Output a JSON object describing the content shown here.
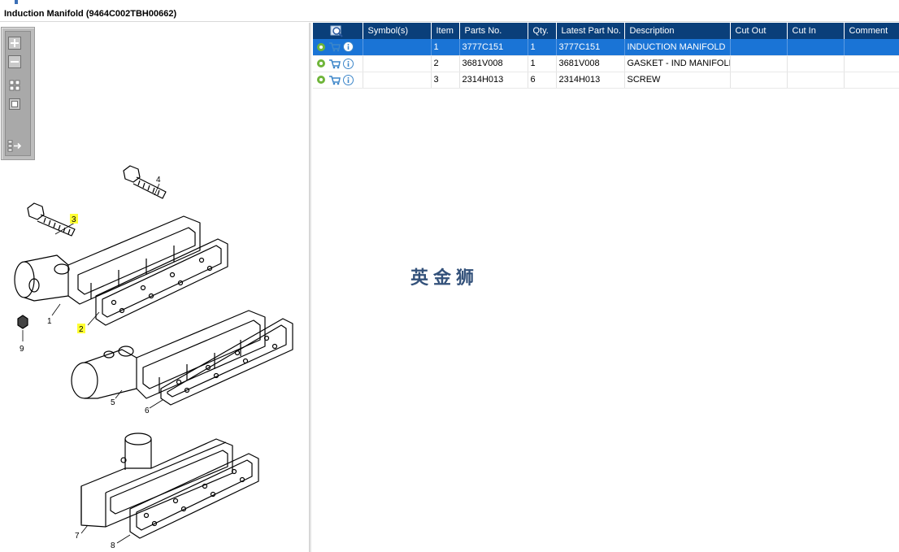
{
  "window": {
    "title": "Induction Manifold (9464C002TBH00662)"
  },
  "toolbar": {
    "buttons": [
      {
        "name": "zoom-in",
        "icon": "plus-icon"
      },
      {
        "name": "zoom-out",
        "icon": "minus-icon"
      },
      {
        "name": "fit-page",
        "icon": "grid-icon"
      },
      {
        "name": "actual-size",
        "icon": "square-icon"
      },
      {
        "name": "export",
        "icon": "list-arrow-icon"
      }
    ]
  },
  "diagram": {
    "callouts": [
      "1",
      "2",
      "3",
      "4",
      "5",
      "6",
      "7",
      "8",
      "9"
    ],
    "highlighted": [
      "2",
      "3"
    ],
    "highlight_color": "#ffff33"
  },
  "table": {
    "columns": [
      "Symbol(s)",
      "Item",
      "Parts No.",
      "Qty.",
      "Latest Part No.",
      "Description",
      "Cut Out",
      "Cut In",
      "Comment"
    ],
    "rows": [
      {
        "symbols": "",
        "item": "1",
        "parts_no": "3777C151",
        "qty": "1",
        "latest_part_no": "3777C151",
        "description": "INDUCTION MANIFOLD",
        "cut_out": "",
        "cut_in": "",
        "comment": "",
        "selected": true
      },
      {
        "symbols": "",
        "item": "2",
        "parts_no": "3681V008",
        "qty": "1",
        "latest_part_no": "3681V008",
        "description": "GASKET - IND MANIFOLD",
        "cut_out": "",
        "cut_in": "",
        "comment": "",
        "selected": false
      },
      {
        "symbols": "",
        "item": "3",
        "parts_no": "2314H013",
        "qty": "6",
        "latest_part_no": "2314H013",
        "description": "SCREW",
        "cut_out": "",
        "cut_in": "",
        "comment": "",
        "selected": false
      }
    ],
    "row_icons": [
      "gear-icon",
      "cart-icon",
      "info-icon"
    ],
    "header_color": "#0a3f7a",
    "selected_color": "#1a74d6"
  },
  "watermark": {
    "text": "英金狮"
  }
}
